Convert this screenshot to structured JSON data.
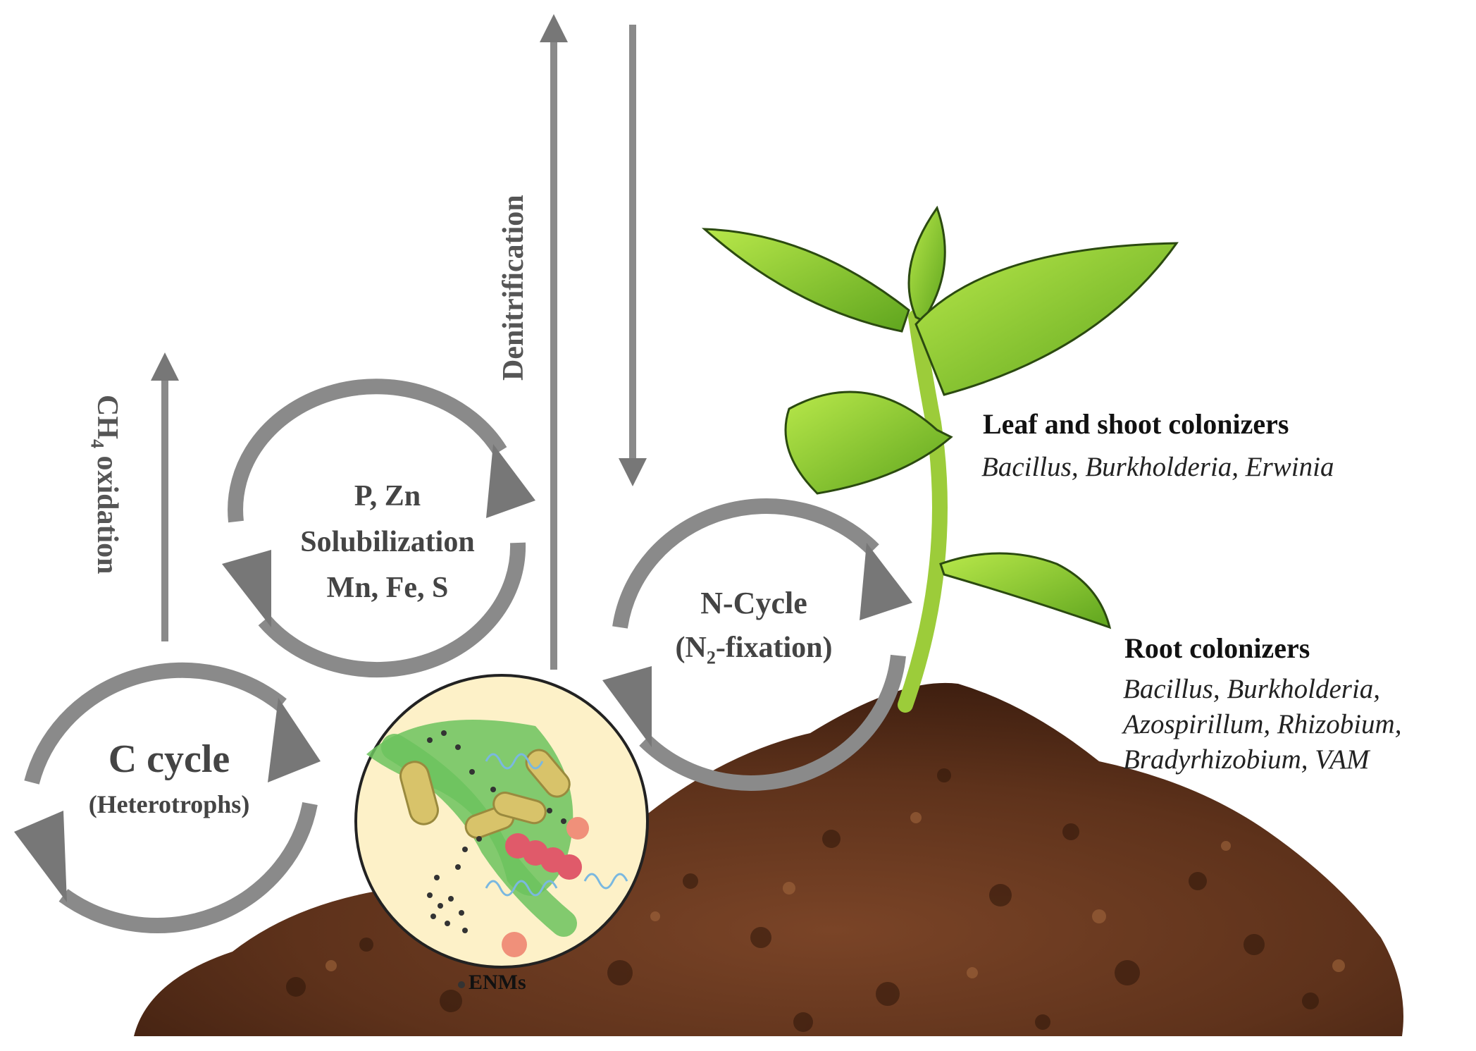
{
  "colors": {
    "arrow": "#8a8a8a",
    "soil": "#6b3a22",
    "soil_dark": "#3f1f10",
    "leaf": "#8fd13a",
    "leaf_dark": "#5c9e1c",
    "inset_bg": "#fdf1c8",
    "root_hair": "#6cc35e"
  },
  "cycles": {
    "c_cycle": {
      "title": "C cycle",
      "subtitle": "(Heterotrophs)"
    },
    "solubilization": {
      "line1": "P, Zn",
      "line2": "Solubilization",
      "line3": "Mn, Fe, S"
    },
    "n_cycle": {
      "title": "N-Cycle",
      "sub_prefix": "(N",
      "sub_subscript": "2",
      "sub_suffix": "-fixation)"
    }
  },
  "processes": {
    "ch4_prefix": "CH",
    "ch4_subscript": "4",
    "ch4_suffix": " oxidation",
    "denitrification": "Denitrification"
  },
  "colonizers": {
    "leaf": {
      "title": "Leaf and shoot colonizers",
      "genera": "Bacillus, Burkholderia, Erwinia"
    },
    "root": {
      "title": "Root colonizers",
      "genera_lines": [
        "Bacillus, Burkholderia,",
        "Azospirillum, Rhizobium,",
        "Bradyrhizobium, VAM"
      ]
    }
  },
  "inset": {
    "legend_label": "ENMs"
  }
}
